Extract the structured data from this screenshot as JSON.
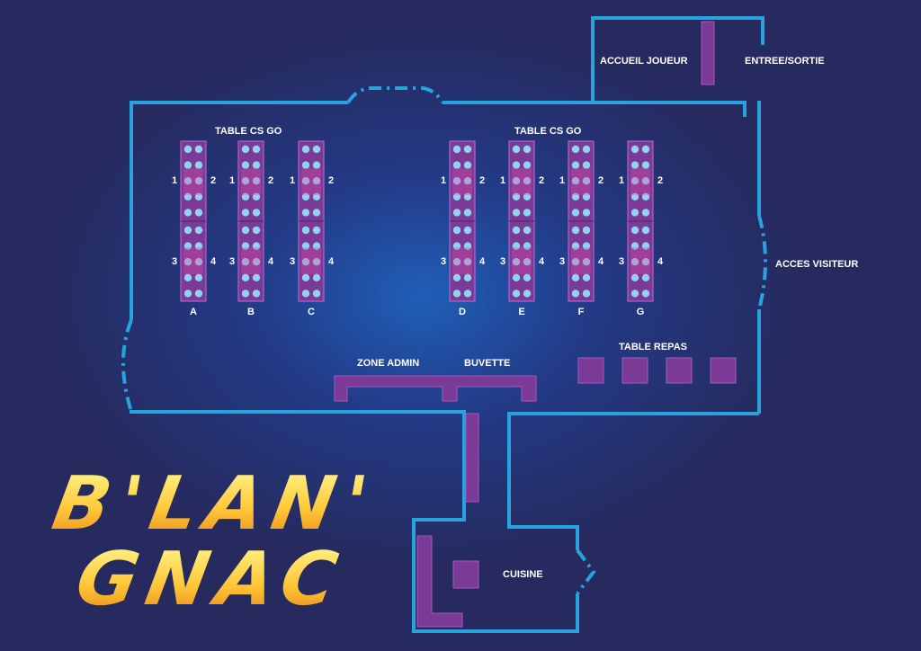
{
  "colors": {
    "background": "#262a5e",
    "wall": "#29a3de",
    "table": "#7a3a96",
    "seat_a": "#8fd3ef",
    "seat_b": "#e24aa8",
    "logo": "#ffd84a"
  },
  "labels": {
    "accueil": "ACCUEIL JOUEUR",
    "entree": "ENTREE/SORTIE",
    "acces": "ACCES VISITEUR",
    "table_left": "TABLE CS GO",
    "table_right": "TABLE CS GO",
    "zone_admin": "ZONE ADMIN",
    "buvette": "BUVETTE",
    "table_repas": "TABLE REPAS",
    "cuisine": "CUISINE"
  },
  "tables": [
    "A",
    "B",
    "C",
    "D",
    "E",
    "F",
    "G"
  ],
  "seat_numbers": {
    "top_left": "1",
    "top_right": "2",
    "bottom_left": "3",
    "bottom_right": "4"
  },
  "logo": {
    "line1": "B'LAN'",
    "line2": "GNAC"
  }
}
